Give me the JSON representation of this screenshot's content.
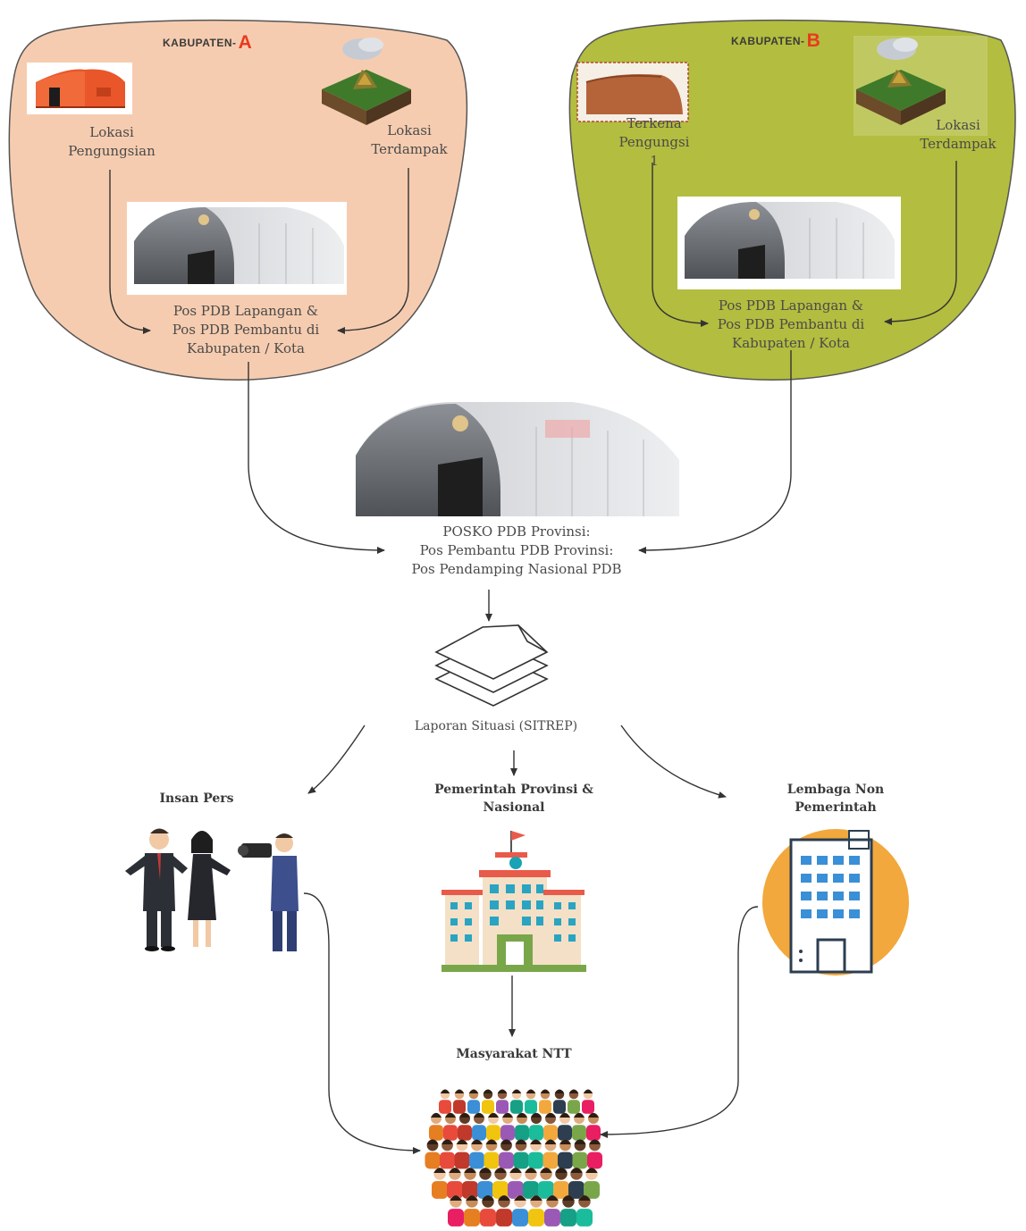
{
  "kabupaten_a": {
    "title": "KABUPATEN-",
    "letter": "A",
    "color": "#f6ccb0",
    "pengungsian_label": [
      "Lokasi",
      "Pengungsian"
    ],
    "terdampak_label": [
      "Lokasi",
      "Terdampak"
    ],
    "pos_label": [
      "Pos PDB Lapangan &",
      "Pos PDB Pembantu di",
      "Kabupaten / Kota"
    ]
  },
  "kabupaten_b": {
    "title": "KABUPATEN-",
    "letter": "B",
    "color": "#b3bd3f",
    "pengungsian_label": [
      "Terkena",
      "Pengungsi",
      "1"
    ],
    "terdampak_label": [
      "Lokasi",
      "Terdampak"
    ],
    "pos_label": [
      "Pos PDB Lapangan &",
      "Pos PDB Pembantu di",
      "Kabupaten / Kota"
    ]
  },
  "provinsi": {
    "label": [
      "POSKO PDB Provinsi:",
      "Pos Pembantu PDB Provinsi:",
      "Pos Pendamping Nasional PDB"
    ]
  },
  "sitrep": {
    "label": "Laporan Situasi (SITREP)"
  },
  "insan_pers": {
    "label": "Insan Pers"
  },
  "pemerintah": {
    "label": [
      "Pemerintah Provinsi &",
      "Nasional"
    ]
  },
  "lembaga": {
    "label": [
      "Lembaga Non",
      "Pemerintah"
    ]
  },
  "masyarakat": {
    "label": "Masyarakat NTT"
  },
  "colors": {
    "accent_letter": "#e83a1e",
    "tent_gray": "#6b6e73",
    "tent_orange": "#e8562a",
    "building_green": "#7aa64a",
    "building_orange_circle": "#f2a83c"
  },
  "icons": [
    "orange-tent-icon",
    "mud-tent-icon",
    "volcano-diorama-icon",
    "gray-tent-icon",
    "document-stack-icon",
    "press-people-icon",
    "government-building-icon",
    "office-building-icon",
    "crowd-icon"
  ]
}
